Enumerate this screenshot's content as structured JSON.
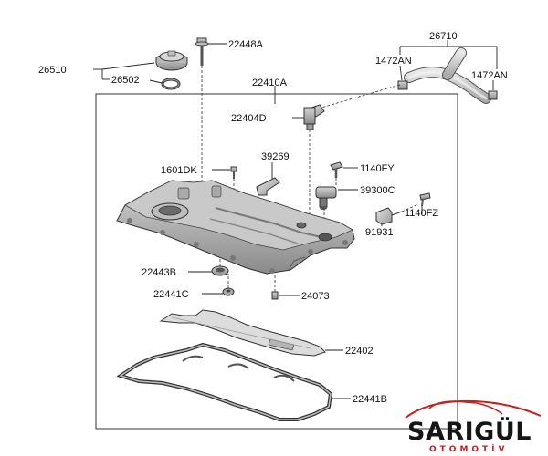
{
  "labels": {
    "l26510": "26510",
    "l26502": "26502",
    "l22448A": "22448A",
    "l26710": "26710",
    "l1472AN_left": "1472AN",
    "l1472AN_right": "1472AN",
    "l22410A": "22410A",
    "l22404D": "22404D",
    "l39269": "39269",
    "l1601DK": "1601DK",
    "l1140FY": "1140FY",
    "l39300C": "39300C",
    "l1140FZ": "1140FZ",
    "l91931": "91931",
    "l22443B": "22443B",
    "l22441C": "22441C",
    "l24073": "24073",
    "l22402": "22402",
    "l22441B": "22441B"
  },
  "brand": {
    "name": "SARIGÜL",
    "subtitle": "OTOMOTİV",
    "accent_color": "#c8201e"
  }
}
